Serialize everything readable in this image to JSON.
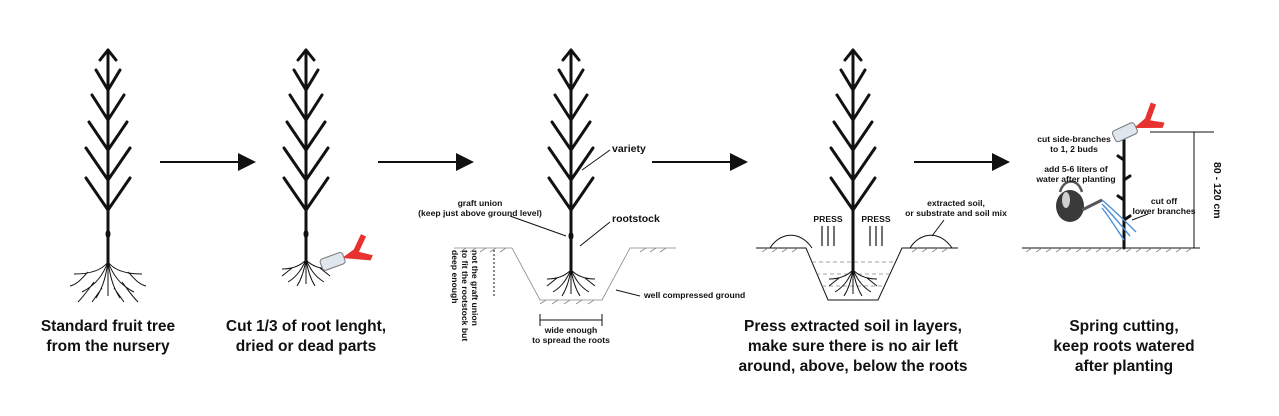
{
  "steps": [
    {
      "caption_lines": [
        "Standard fruit tree",
        "from the nursery"
      ]
    },
    {
      "caption_lines": [
        "Cut 1/3 of root lenght,",
        "dried or dead parts"
      ]
    },
    {
      "caption_lines": []
    },
    {
      "caption_lines": [
        "Press extracted soil in layers,",
        "make sure there is no air left",
        "around, above, below the roots"
      ]
    },
    {
      "caption_lines": [
        "Spring cutting,",
        "keep roots watered",
        "after planting"
      ]
    }
  ],
  "labels": {
    "variety": "variety",
    "rootstock": "rootstock",
    "graft_union": [
      "graft union",
      "(keep just above ground level)"
    ],
    "deep_enough": [
      "deep enough",
      "to fit the rootstock but",
      "not the graft union"
    ],
    "well_compressed": "well compressed ground",
    "wide_enough": [
      "wide enough",
      "to spread the roots"
    ],
    "press_left": "PRESS",
    "press_right": "PRESS",
    "extracted_soil": [
      "extracted soil,",
      "or substrate and soil mix"
    ],
    "cut_side_branches": [
      "cut side-branches",
      "to 1, 2 buds"
    ],
    "add_water": [
      "add 5-6 liters of",
      "water after planting"
    ],
    "cut_off_lower": [
      "cut off",
      "lower branches"
    ],
    "height_range": "80 - 120 cm"
  },
  "colors": {
    "ink": "#111111",
    "pruner_red": "#e8322f",
    "water_blue": "#4a8fd6",
    "ground_gray": "#888888"
  },
  "icons": [
    "pruning-shears-icon",
    "watering-can-icon",
    "arrow-right-icon"
  ]
}
